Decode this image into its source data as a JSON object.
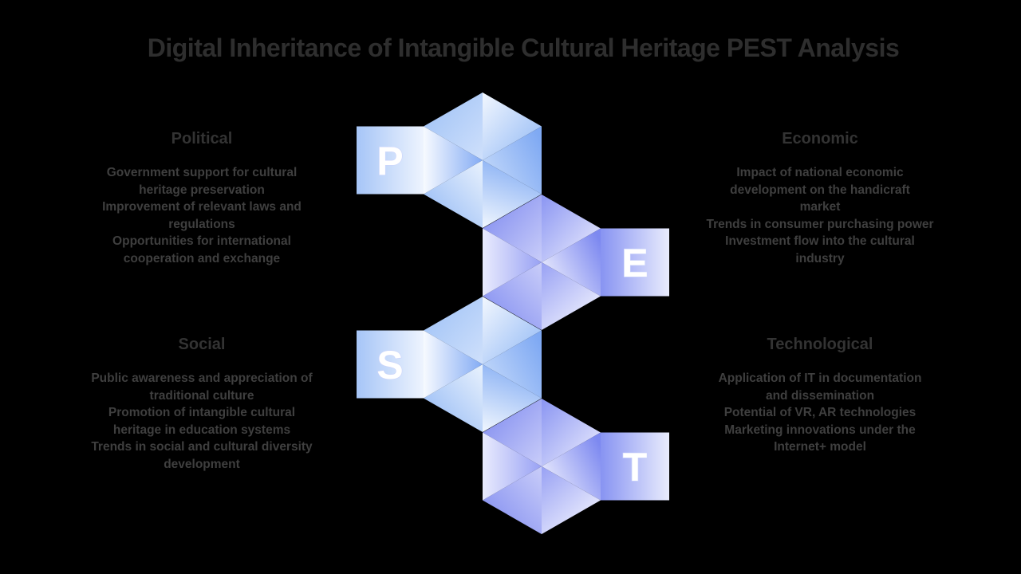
{
  "title": "Digital Inheritance of Intangible Cultural Heritage PEST Analysis",
  "quadrants": [
    {
      "id": "political",
      "letter": "P",
      "heading": "Political",
      "items": [
        "Government support for cultural\nheritage preservation",
        "Improvement of relevant laws and\nregulations",
        "Opportunities for international\ncooperation and exchange"
      ]
    },
    {
      "id": "economic",
      "letter": "E",
      "heading": "Economic",
      "items": [
        "Impact of national economic\ndevelopment on the handicraft\nmarket",
        "Trends in consumer purchasing power",
        "Investment flow into the cultural\nindustry"
      ]
    },
    {
      "id": "social",
      "letter": "S",
      "heading": "Social",
      "items": [
        "Public awareness and appreciation of\ntraditional culture",
        "Promotion of intangible cultural\nheritage in education systems",
        "Trends in social and cultural diversity\ndevelopment"
      ]
    },
    {
      "id": "technological",
      "letter": "T",
      "heading": "Technological",
      "items": [
        "Application of IT in documentation\nand dissemination",
        "Potential of VR, AR technologies",
        "Marketing innovations under the\nInternet+ model"
      ]
    }
  ],
  "colors": {
    "background": "#000000",
    "title_text": "#2e2e2e",
    "heading_text": "#333333",
    "body_text": "#3f3f3f",
    "letter_text": "#ffffff",
    "facet_blue_deep": "#7fa9f3",
    "facet_blue_light": "#f7faff",
    "facet_purple_deep": "#7d89f0",
    "facet_purple_light": "#f3f4fe",
    "tab_blue_start": "#a6c5f7",
    "tab_blue_end": "#eef4fe",
    "tab_purple_start": "#8793f2",
    "tab_purple_end": "#e9ecfd"
  }
}
